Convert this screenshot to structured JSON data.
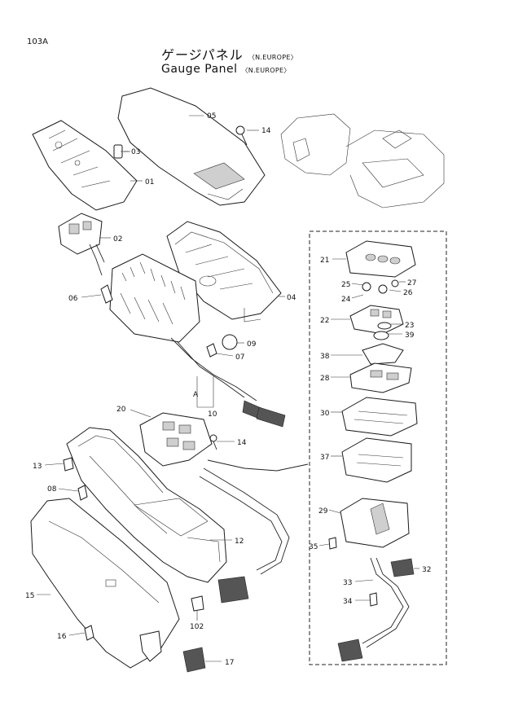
{
  "header": {
    "page_number": "103A",
    "title_jp": "ゲージパネル",
    "title_en": "Gauge Panel",
    "region": "〈N.EUROPE〉"
  },
  "callouts": {
    "p01": "01",
    "p02": "02",
    "p03": "03",
    "p04": "04",
    "p05": "05",
    "p06": "06",
    "p07": "07",
    "p08": "08",
    "p09": "09",
    "p10": "10",
    "p12": "12",
    "p13": "13",
    "p14a": "14",
    "p14b": "14",
    "p15": "15",
    "p16": "16",
    "p17": "17",
    "p20": "20",
    "p21": "21",
    "p22": "22",
    "p23": "23",
    "p24": "24",
    "p25": "25",
    "p26": "26",
    "p27": "27",
    "p28": "28",
    "p29": "29",
    "p30": "30",
    "p32": "32",
    "p33": "33",
    "p34": "34",
    "p35": "35",
    "p37": "37",
    "p38": "38",
    "p39": "39",
    "p102": "102",
    "detailA": "A"
  }
}
